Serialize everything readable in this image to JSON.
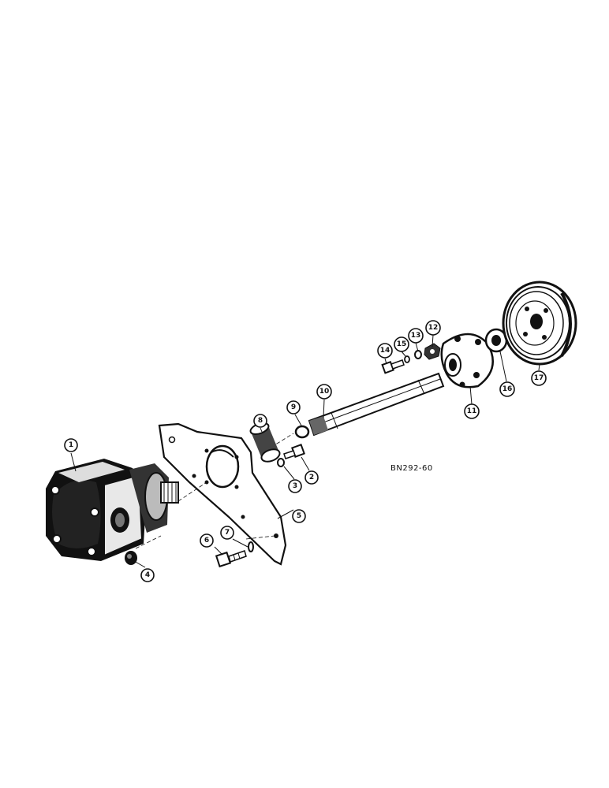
{
  "reference_code": "BN292-60",
  "callouts": [
    {
      "id": "1",
      "label": "1"
    },
    {
      "id": "2",
      "label": "2"
    },
    {
      "id": "3",
      "label": "3"
    },
    {
      "id": "4",
      "label": "4"
    },
    {
      "id": "5",
      "label": "5"
    },
    {
      "id": "6",
      "label": "6"
    },
    {
      "id": "7",
      "label": "7"
    },
    {
      "id": "8",
      "label": "8"
    },
    {
      "id": "9",
      "label": "9"
    },
    {
      "id": "10",
      "label": "10"
    },
    {
      "id": "11",
      "label": "11"
    },
    {
      "id": "12",
      "label": "12"
    },
    {
      "id": "13",
      "label": "13"
    },
    {
      "id": "14",
      "label": "14"
    },
    {
      "id": "15",
      "label": "15"
    },
    {
      "id": "16",
      "label": "16"
    },
    {
      "id": "17",
      "label": "17"
    }
  ],
  "colors": {
    "ink": "#111111",
    "paper": "#ffffff"
  }
}
